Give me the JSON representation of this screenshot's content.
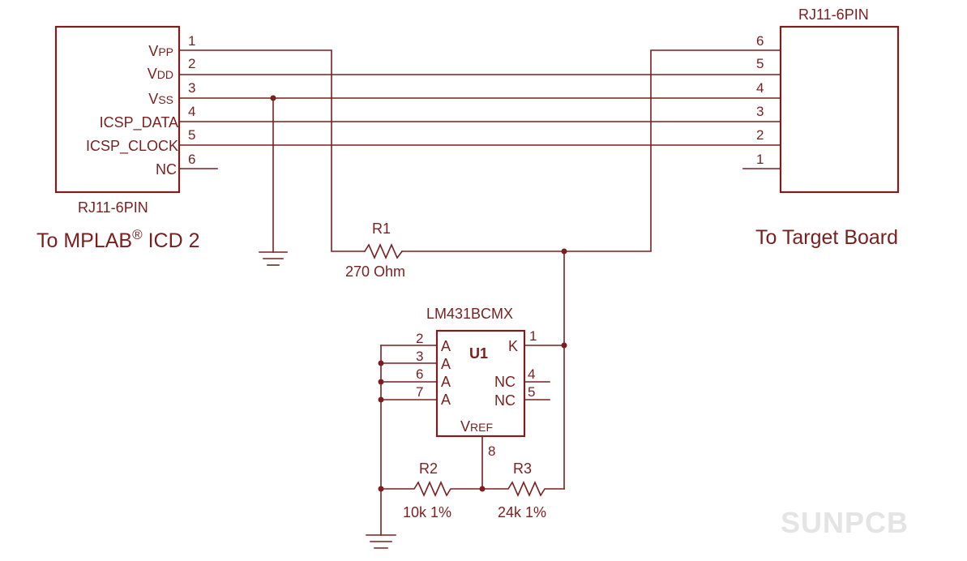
{
  "left_connector": {
    "part": "RJ11-6PIN",
    "caption": "To MPLAB",
    "caption_reg": "®",
    "caption_tail": " ICD 2",
    "pins": [
      {
        "num": "1",
        "name_main": "V",
        "name_sub": "PP"
      },
      {
        "num": "2",
        "name_main": "V",
        "name_sub": "DD"
      },
      {
        "num": "3",
        "name_main": "V",
        "name_sub": "SS"
      },
      {
        "num": "4",
        "name_main": "ICSP_DATA",
        "name_sub": ""
      },
      {
        "num": "5",
        "name_main": "ICSP_CLOCK",
        "name_sub": ""
      },
      {
        "num": "6",
        "name_main": "NC",
        "name_sub": ""
      }
    ]
  },
  "right_connector": {
    "part": "RJ11-6PIN",
    "caption": "To Target Board",
    "pins": [
      "6",
      "5",
      "4",
      "3",
      "2",
      "1"
    ]
  },
  "r1": {
    "ref": "R1",
    "value": "270 Ohm"
  },
  "r2": {
    "ref": "R2",
    "value": "10k 1%"
  },
  "r3": {
    "ref": "R3",
    "value": "24k 1%"
  },
  "u1": {
    "part": "LM431BCMX",
    "ref": "U1",
    "left_pins": [
      {
        "num": "2",
        "name": "A"
      },
      {
        "num": "3",
        "name": "A"
      },
      {
        "num": "6",
        "name": "A"
      },
      {
        "num": "7",
        "name": "A"
      }
    ],
    "k_pin": {
      "num": "1",
      "name": "K"
    },
    "nc_pins": [
      {
        "num": "4",
        "name": "NC"
      },
      {
        "num": "5",
        "name": "NC"
      }
    ],
    "vref_pin": {
      "num": "8",
      "name_main": "V",
      "name_sub": "REF"
    }
  },
  "watermark": "SUNPCB",
  "colors": {
    "ink": "#7a1f1f",
    "watermark": "#e4e4e4"
  }
}
